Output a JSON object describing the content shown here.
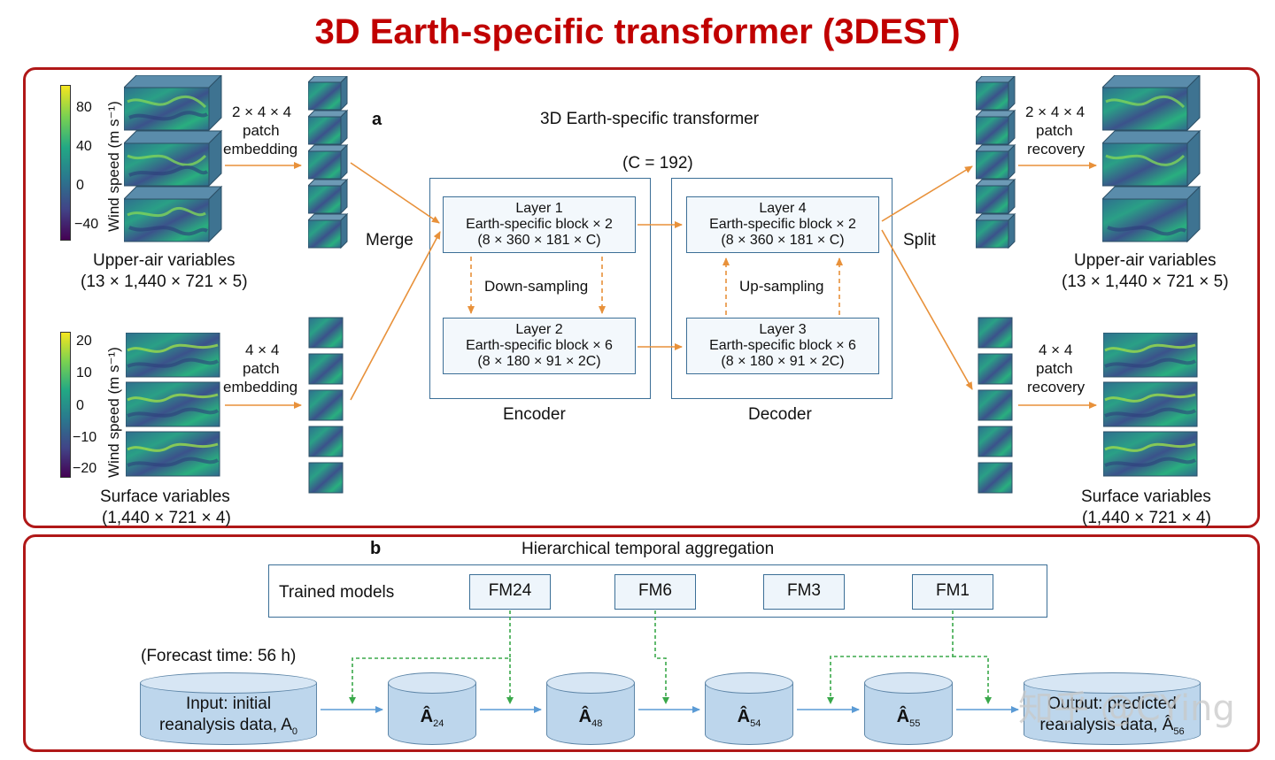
{
  "title": "3D Earth-specific transformer (3DEST)",
  "panel_a": {
    "label": "a",
    "heading": "3D Earth-specific transformer",
    "c_value": "(C = 192)",
    "colorbar_upper": {
      "label": "Wind speed (m s⁻¹)",
      "ticks": [
        "80",
        "40",
        "0",
        "−40"
      ]
    },
    "colorbar_surface": {
      "label": "Wind speed (m s⁻¹)",
      "ticks": [
        "20",
        "10",
        "0",
        "−10",
        "−20"
      ]
    },
    "upper_in": {
      "name": "Upper-air variables",
      "dims": "(13 × 1,440 × 721 × 5)"
    },
    "surface_in": {
      "name": "Surface variables",
      "dims": "(1,440 × 721 × 4)"
    },
    "upper_embed": [
      "2 × 4 × 4",
      "patch",
      "embedding"
    ],
    "surface_embed": [
      "4 × 4",
      "patch",
      "embedding"
    ],
    "upper_recover": [
      "2 × 4 × 4",
      "patch",
      "recovery"
    ],
    "surface_recover": [
      "4 × 4",
      "patch",
      "recovery"
    ],
    "merge": "Merge",
    "split": "Split",
    "encoder": "Encoder",
    "decoder": "Decoder",
    "down_sampling": "Down-sampling",
    "up_sampling": "Up-sampling",
    "layers": [
      {
        "title": "Layer 1",
        "block": "Earth-specific block × 2",
        "dims": "(8 × 360 × 181 × C)"
      },
      {
        "title": "Layer 2",
        "block": "Earth-specific block × 6",
        "dims": "(8 × 180 × 91 × 2C)"
      },
      {
        "title": "Layer 3",
        "block": "Earth-specific block × 6",
        "dims": "(8 × 180 × 91 × 2C)"
      },
      {
        "title": "Layer 4",
        "block": "Earth-specific block × 2",
        "dims": "(8 × 360 × 181 × C)"
      }
    ],
    "upper_out": {
      "name": "Upper-air variables",
      "dims": "(13 × 1,440 × 721 × 5)"
    },
    "surface_out": {
      "name": "Surface variables",
      "dims": "(1,440 × 721 × 4)"
    }
  },
  "panel_b": {
    "label": "b",
    "heading": "Hierarchical temporal aggregation",
    "trained_models": "Trained models",
    "models": [
      "FM24",
      "FM6",
      "FM3",
      "FM1"
    ],
    "forecast_time": "(Forecast time: 56 h)",
    "input": {
      "line1": "Input: initial",
      "line2": "reanalysis data, A",
      "sub": "0"
    },
    "steps": [
      {
        "symbol": "Â",
        "sub": "24"
      },
      {
        "symbol": "Â",
        "sub": "48"
      },
      {
        "symbol": "Â",
        "sub": "54"
      },
      {
        "symbol": "Â",
        "sub": "55"
      }
    ],
    "output": {
      "line1": "Output: predicted",
      "line2": "reanalysis data, Â",
      "sub": "56"
    }
  },
  "watermark": "知乎 @CYing",
  "colors": {
    "title": "#c00000",
    "panel_border": "#b01818",
    "orange_arrow": "#e8913a",
    "green_dashed": "#3aa84a",
    "blue_arrow": "#5b9bd5",
    "box_border": "#3c6f97",
    "cylinder_fill": "#bdd6ec"
  }
}
